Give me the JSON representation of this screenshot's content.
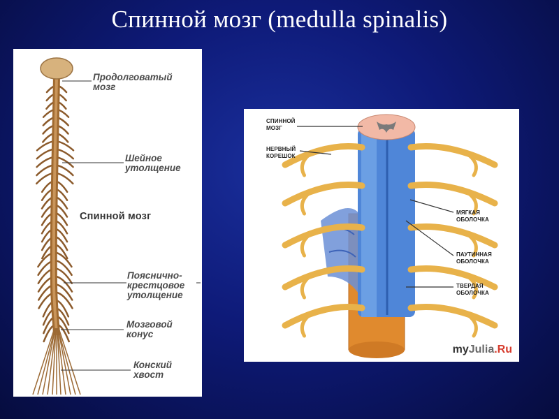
{
  "slide": {
    "title": "Спинной мозг (medulla spinalis)"
  },
  "left_figure": {
    "labels": {
      "medulla": "Продолговатый\nмозг",
      "cervical": "Шейное\nутолщение",
      "cord": "Спинной мозг",
      "lumbosacral": "Пояснично-\nкрестцовое\nутолщение",
      "conus": "Мозговой\nконус",
      "cauda": "Конский\nхвост"
    }
  },
  "right_figure": {
    "labels": {
      "cord": "СПИННОЙ\nМОЗГ",
      "root": "НЕРВНЫЙ\nКОРЕШОК",
      "pia": "МЯГКАЯ\nОБОЛОЧКА",
      "arachnoid": "ПАУТИННАЯ\nОБОЛОЧКА",
      "dura": "ТВЕРДАЯ\nОБОЛОЧКА"
    },
    "watermark": {
      "part1": "my",
      "part2": "Julia",
      "part3": ".Ru"
    }
  },
  "colors": {
    "background": "#0e1a78",
    "nerve": "#8b5a2b",
    "root_yellow": "#e8b24a",
    "dura_orange": "#e08a2e",
    "pia_blue": "#4f86d8"
  }
}
